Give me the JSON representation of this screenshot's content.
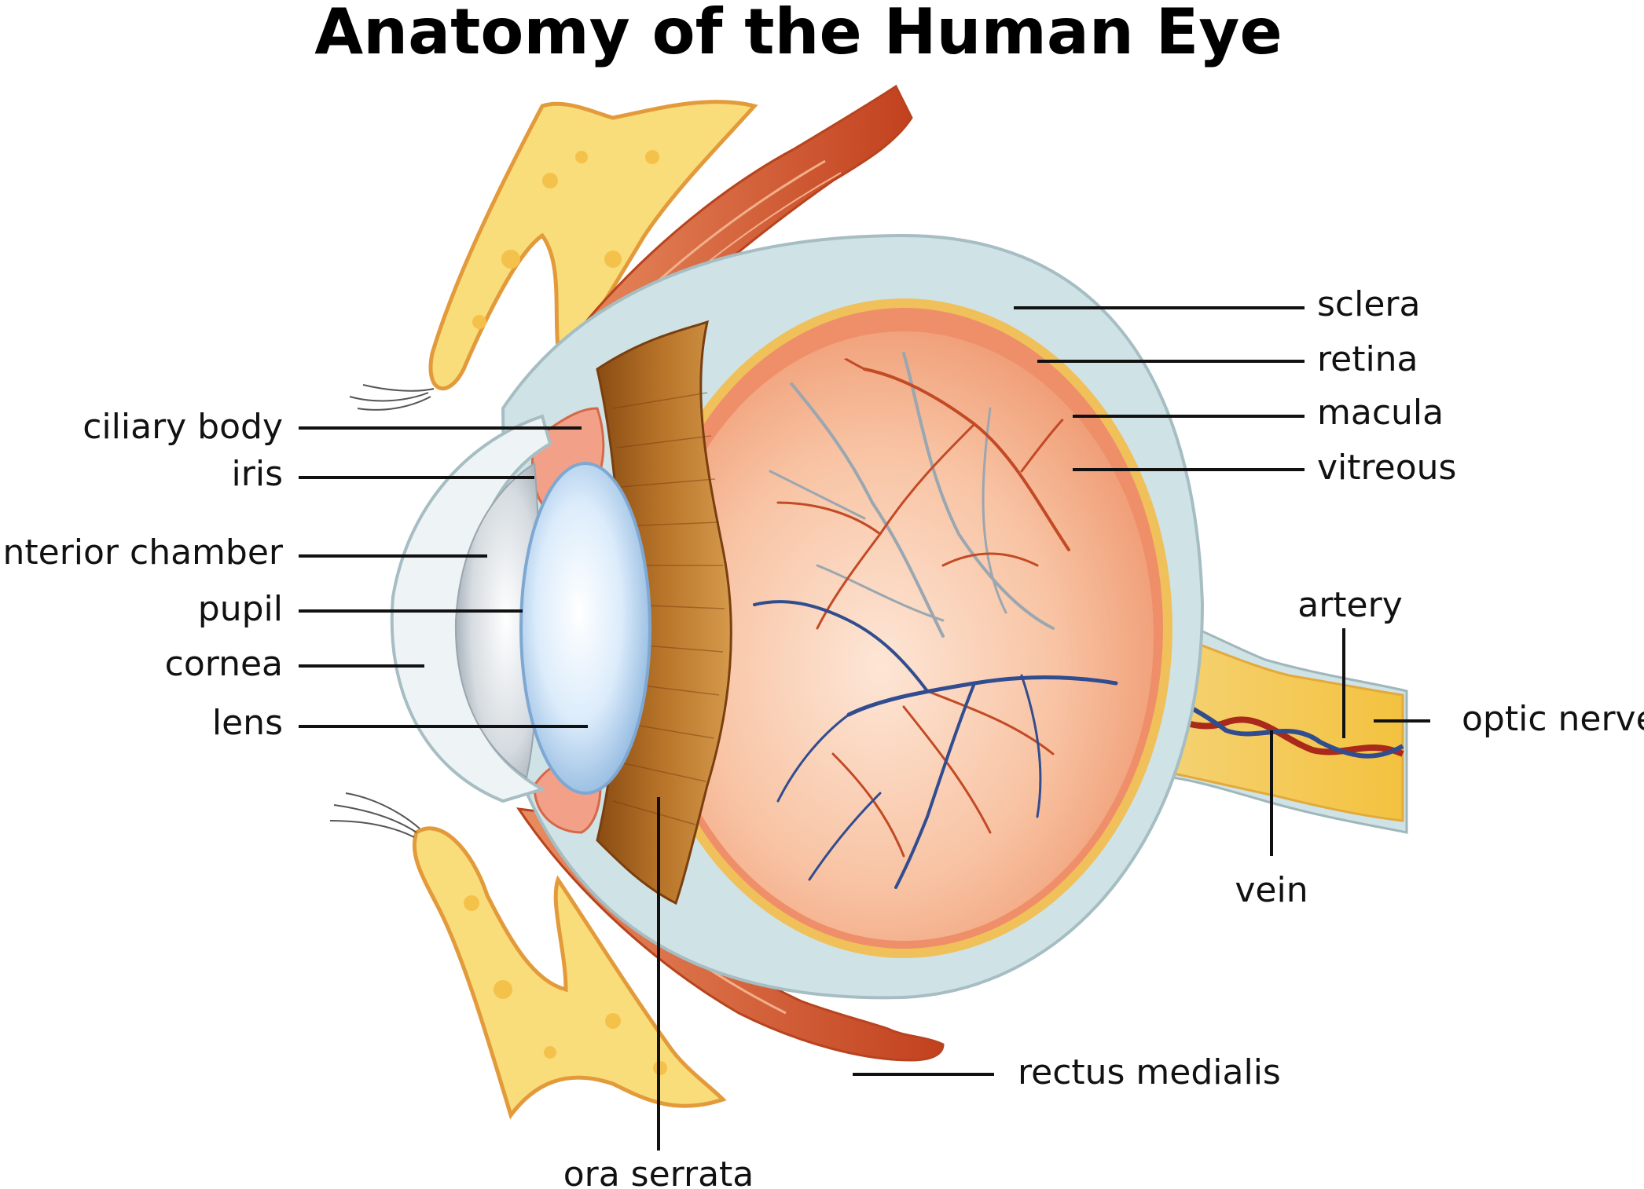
{
  "title": "Anatomy of the Human Eye",
  "labels": {
    "sclera": "sclera",
    "retina": "retina",
    "macula": "macula",
    "vitreous": "vitreous",
    "ciliary_body": "ciliary body",
    "iris": "iris",
    "anterior_chamber": "anterior chamber",
    "pupil": "pupil",
    "cornea": "cornea",
    "lens": "lens",
    "artery": "artery",
    "optic_nerve": "optic nerve",
    "vein": "vein",
    "rectus_medialis": "rectus medialis",
    "ora_serrata": "ora serrata"
  },
  "colors": {
    "sclera": "#cfe3e6",
    "retina_outer": "#f2a071",
    "vitreous": "#f6b894",
    "choroid_band": "#f0c05a",
    "ciliary_band": "#a3621c",
    "lens": "#bcd8f3",
    "cornea": "#e9eef0",
    "optic_nerve": "#f2c24d",
    "bone": "#f8dd7a",
    "muscle": "#d55b33",
    "artery": "#a92a1a",
    "vein": "#314d8f",
    "vessel_gray": "#9aa6b0"
  }
}
